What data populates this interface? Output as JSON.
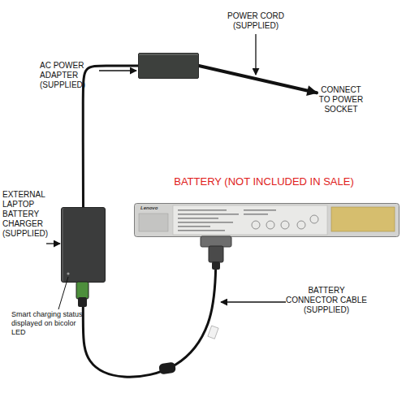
{
  "diagram": {
    "nodes": [
      {
        "text": [
          "AC POWER ADAPTER (SUPPLIED)"
        ]
      },
      {
        "text": [
          "EXTERNAL LAPTOP BATTERY CHARGER (SUPPLIED)"
        ]
      },
      {
        "text": [
          "BATTERY (NOT INCLUDED IN SALE)",
          "Lenovo"
        ]
      },
      {
        "text": [
          "CONNECT TO POWER SOCKET"
        ]
      }
    ],
    "edges": [
      {
        "from": 0,
        "to": 1,
        "arrow": "none"
      },
      {
        "from": 1,
        "to": 2,
        "arrow": "none"
      },
      {
        "from": 0,
        "to": 3,
        "arrow": "to"
      }
    ],
    "labels": [
      "POWER CORD (SUPPLIED)",
      "Smart charging status displayed on bicolor LED",
      "BATTERY CONNECTOR CABLE (SUPPLIED)"
    ]
  }
}
